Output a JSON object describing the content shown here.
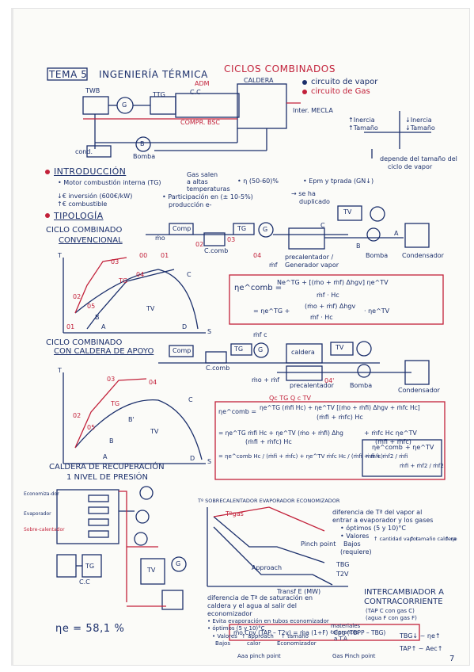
{
  "header": {
    "tema": "TEMA 5",
    "subject": "INGENIERÍA TÉRMICA",
    "topic": "CICLOS COMBINADOS"
  },
  "legend": {
    "vapor": "circuito de vapor",
    "gas": "circuito de Gas"
  },
  "top_diagram": {
    "twb": "TWB",
    "g": "G",
    "ttg": "TTG",
    "cc": "C.C",
    "compr_bsc": "COMPR. BSC",
    "adm": "ADM",
    "caldera": "CALDERA",
    "intercambiador": "Inter. MECLA",
    "cond": "cond.",
    "b": "B",
    "bomba": "Bomba"
  },
  "inertia": {
    "left_1": "↑Inercia",
    "left_2": "↑Tamaño",
    "right_1": "↓Inercia",
    "right_2": "↓Tamaño",
    "note_1": "depende del tamaño del",
    "note_2": "ciclo de vapor"
  },
  "intro": {
    "heading": "INTRODUCCIÓN",
    "line1": "• Motor combustión interna (TG)",
    "line1b": "Gas salen",
    "line1c": "a altas",
    "line1d": "temperaturas",
    "eta": "• η (50-60)%",
    "epm": "• Epm y tprada (GN↓)",
    "inv1": "↓€ inversión (600€/kW)",
    "inv2": "↑€ combustible",
    "part1": "• Participación en (± 10-5%)",
    "part2": "producción e-",
    "part3": "→ se ha",
    "part4": "duplicado"
  },
  "tipologia": {
    "heading": "TIPOLOGÍA",
    "conv1": "CICLO COMBINADO",
    "conv2": "CONVENCIONAL",
    "comp": "Comp",
    "ccomb": "C.comb",
    "tg": "TG",
    "tv": "TV",
    "g": "G",
    "points": [
      "00",
      "01",
      "02",
      "03",
      "04",
      "05"
    ],
    "mio": "ṁo",
    "mfi": "ṁf",
    "precal1": "precalentador /",
    "precal2": "Generador vapor",
    "bomba": "Bomba",
    "condensador": "Condensador",
    "c": "C",
    "b": "B",
    "a": "A",
    "d": "D"
  },
  "ts1": {
    "t": "T",
    "s": "S",
    "tg": "TG",
    "tv": "TV",
    "labels": [
      "03",
      "02",
      "05",
      "04",
      "01",
      "B",
      "A",
      "C",
      "D"
    ]
  },
  "formula1": {
    "lhs": "ηe^comb =",
    "num1": "Ne^TG + [(ṁo + ṁf) Δhgv] ηe^TV",
    "den1": "ṁf · Hc",
    "num2a": "(ṁo + ṁf) Δhgv",
    "den2a": "ṁf · Hc",
    "rhs2": "= ηe^TG + ",
    "rhs2b": "· ηe^TV"
  },
  "apoyo": {
    "heading1": "CICLO COMBINADO",
    "heading2": "CON CALDERA DE APOYO",
    "caldera": "caldera",
    "precal": "precalentador",
    "bomba": "Bomba",
    "condensador": "Condensador",
    "mfc": "ṁf c",
    "sum": "ṁo + ṁf",
    "o4p": "04'"
  },
  "ts2": {
    "t": "T",
    "s": "S",
    "tg": "TG",
    "tv": "TV",
    "labels": [
      "03",
      "04",
      "02",
      "05",
      "B",
      "B'",
      "A",
      "C",
      "D"
    ]
  },
  "formula2": {
    "top": "Qc TG        Q c TV",
    "lhs": "ηe^comb =",
    "num1": "ηe^TG (ṁfi Hc) + ηe^TV [(ṁo + ṁfi) Δhgv + ṁfc Hc]",
    "den1": "(ṁfi + ṁfc) Hc",
    "line2a": "= ηe^TG ṁfi Hc + ηe^TV (ṁo + ṁfi) Δhg",
    "line2b": "(ṁfi + ṁfc) Hc",
    "line2c": "+ ṁfc Hc ηe^TV",
    "line2d": "(ṁfi + ṁfc)",
    "line3a": "= ηe^comb Hc / (ṁfi + ṁfc) + ηe^TV ṁfc Hc / (ṁfi + ṁfc)",
    "boxed1": "ηe^comb",
    "boxed2": "ṁfi + ṁf2 / ṁfi",
    "boxed3": "+ ηe^TV",
    "boxed4": "ṁfi + ṁf2 / ṁf2"
  },
  "recuperacion": {
    "heading1": "CALDERA DE RECUPERACIÓN",
    "heading2": "1 NIVEL DE PRESIÓN",
    "economizador": "Economiza-dor",
    "evaporador": "Evaporador",
    "sobrecal": "Sobre-calentador",
    "cc": "C.C",
    "tg": "TG",
    "tv": "TV",
    "g": "G",
    "efficiency": "ηe = 58,1 %"
  },
  "pinch": {
    "top": "Tº SOBRECALENTADOR  EVAPORADOR  ECONOMIZADOR",
    "tgas": "Tºgas",
    "pinch": "Pinch point",
    "approach": "Approach",
    "tbg": "TBG",
    "tev": "T2V",
    "trans": "Transf E (MW)",
    "note1": "diferencia de Tª del vapor al",
    "note2": "entrar a evaporador y los gases",
    "note3": "• óptimos (5 y 10)°C",
    "note4": "• Valores",
    "note5": "Bajos",
    "note6": "(requiere)",
    "note7": "↑ cantidad vapor",
    "note8": "↑ tamaño caldera",
    "note9": "↑ ηe"
  },
  "diff": {
    "l1": "diferencia de Tª de saturación en",
    "l2": "caldera y el agua al salir del",
    "l3": "economizador",
    "l4": "• Evita evaporación en tubos economizador",
    "l5": "• óptimos (5 y 10)°C",
    "l6": "• Valores",
    "l7": "Bajos",
    "l8": "↑ approach",
    "l9": "calor",
    "l10": "↑ tamaño",
    "l11": "Economizador"
  },
  "intercambiador": {
    "h1": "INTERCAMBIADOR A",
    "h2": "CONTRACORRIENTE",
    "l1": "(TAP C con gas C)",
    "l2": "(agua F con gas F)",
    "mat1": "materiales",
    "mat2": "tolerantes",
    "mat3": "a T.A",
    "tbg": "TBG↓ ~ ηe↑",
    "tap": "TAP↑ ~ Aec↑",
    "pinch_lbl": "Aaa pinch point",
    "gas_lbl": "Gas Pinch point"
  },
  "formula3": {
    "eq": "ṁo Cpv (TAP – T2v) = ṁa (1+F) · Cpg (TBPP – TBG)"
  },
  "page_number": "7"
}
